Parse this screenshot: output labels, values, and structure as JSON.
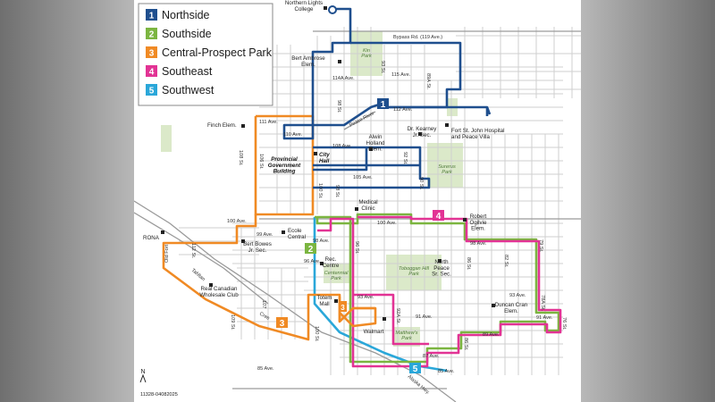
{
  "legend": {
    "routes": [
      {
        "num": "1",
        "name": "Northside",
        "color": "#1f4f8e"
      },
      {
        "num": "2",
        "name": "Southside",
        "color": "#7bb540"
      },
      {
        "num": "3",
        "name": "Central-Prospect Park",
        "color": "#f08a24"
      },
      {
        "num": "4",
        "name": "Southeast",
        "color": "#e23394"
      },
      {
        "num": "5",
        "name": "Southwest",
        "color": "#2aa7d9"
      }
    ]
  },
  "landmarks": {
    "northern_lights_college": "Northern Lights\nCollege",
    "bert_ambrose": "Bert Ambrose\nElem.",
    "finch": "Finch Elem.",
    "alwin_holland": "Alwin\nHolland\nElem.",
    "dr_kearney": "Dr. Kearney\nJr. Sec.",
    "hospital": "Fort St. John Hospital\nand Peace Villa",
    "city_hall": "City\nHall",
    "provincial_building": "Provincial\nGovernment\nBuilding",
    "medical_clinic": "Medical\nClinic",
    "robert_ogilvie": "Robert\nOgilvie\nElem.",
    "bert_bowes": "Bert Bowes\nJr. Sec.",
    "ecole_central": "Ecole\nCentral",
    "rec_centre": "Rec.\nCentre",
    "rona": "RONA",
    "north_peace": "North\nPeace\nSr. Sec.",
    "real_canadian": "Real Canadian\nWholesale Club",
    "totem_mall": "Totem\nMall",
    "walmart": "Walmart",
    "duncan_cran": "Duncan Cran\nElem."
  },
  "parks": {
    "kin": "Kin\nPark",
    "surerus": "Surerus\nPark",
    "toboggan": "Toboggan Hill\nPark",
    "centennial": "Centennial\nPark",
    "matthews": "Matthew's\nPark"
  },
  "streets": {
    "bypass": "Bypass Rd. (119 Ave.)",
    "s115": "115 Ave.",
    "s114a": "114A Ave.",
    "s112": "112 Ave.",
    "s111": "111 Ave.",
    "s110": "110 Ave.",
    "s108": "108 Ave.",
    "s105": "105 Ave.",
    "s100a": "100 Ave.",
    "s100b": "100 Ave.",
    "s99": "99 Ave.",
    "s98a": "98 Ave.",
    "s98b": "98 Ave.",
    "s96": "96 Ave.",
    "s93a": "93 Ave.",
    "s93b": "93 Ave.",
    "s91a": "91 Ave.",
    "s91b": "91 Ave.",
    "s89": "89 Ave.",
    "s87": "87 Ave.",
    "s85a": "85 Ave.",
    "s85b": "85 Ave.",
    "peace_river": "Peace River",
    "old_fort": "Old Fort",
    "tahltan": "Tahltan",
    "cree": "Cree",
    "alaska_hwy": "Alaska Hwy.",
    "st93": "93 St.",
    "st89a": "89A St.",
    "st98": "98 St.",
    "st106": "106 St.",
    "st108": "108 St.",
    "st100": "100 St.",
    "st92": "92 St.",
    "st90": "90 St.",
    "st96": "96 St.",
    "st86": "86 St.",
    "st82": "82 St.",
    "st79": "79 St.",
    "st112": "112 St.",
    "st107": "107",
    "st109": "109 St.",
    "st92a": "92A St.",
    "st78a": "78A St.",
    "st76": "76 St.",
    "st86b": "86 St."
  },
  "route_markers": {
    "r1": "1",
    "r2": "2",
    "r3": "3",
    "r4": "4",
    "r5": "5",
    "r3b": "3"
  },
  "north_label": "N",
  "map_code": "11328-04082025"
}
